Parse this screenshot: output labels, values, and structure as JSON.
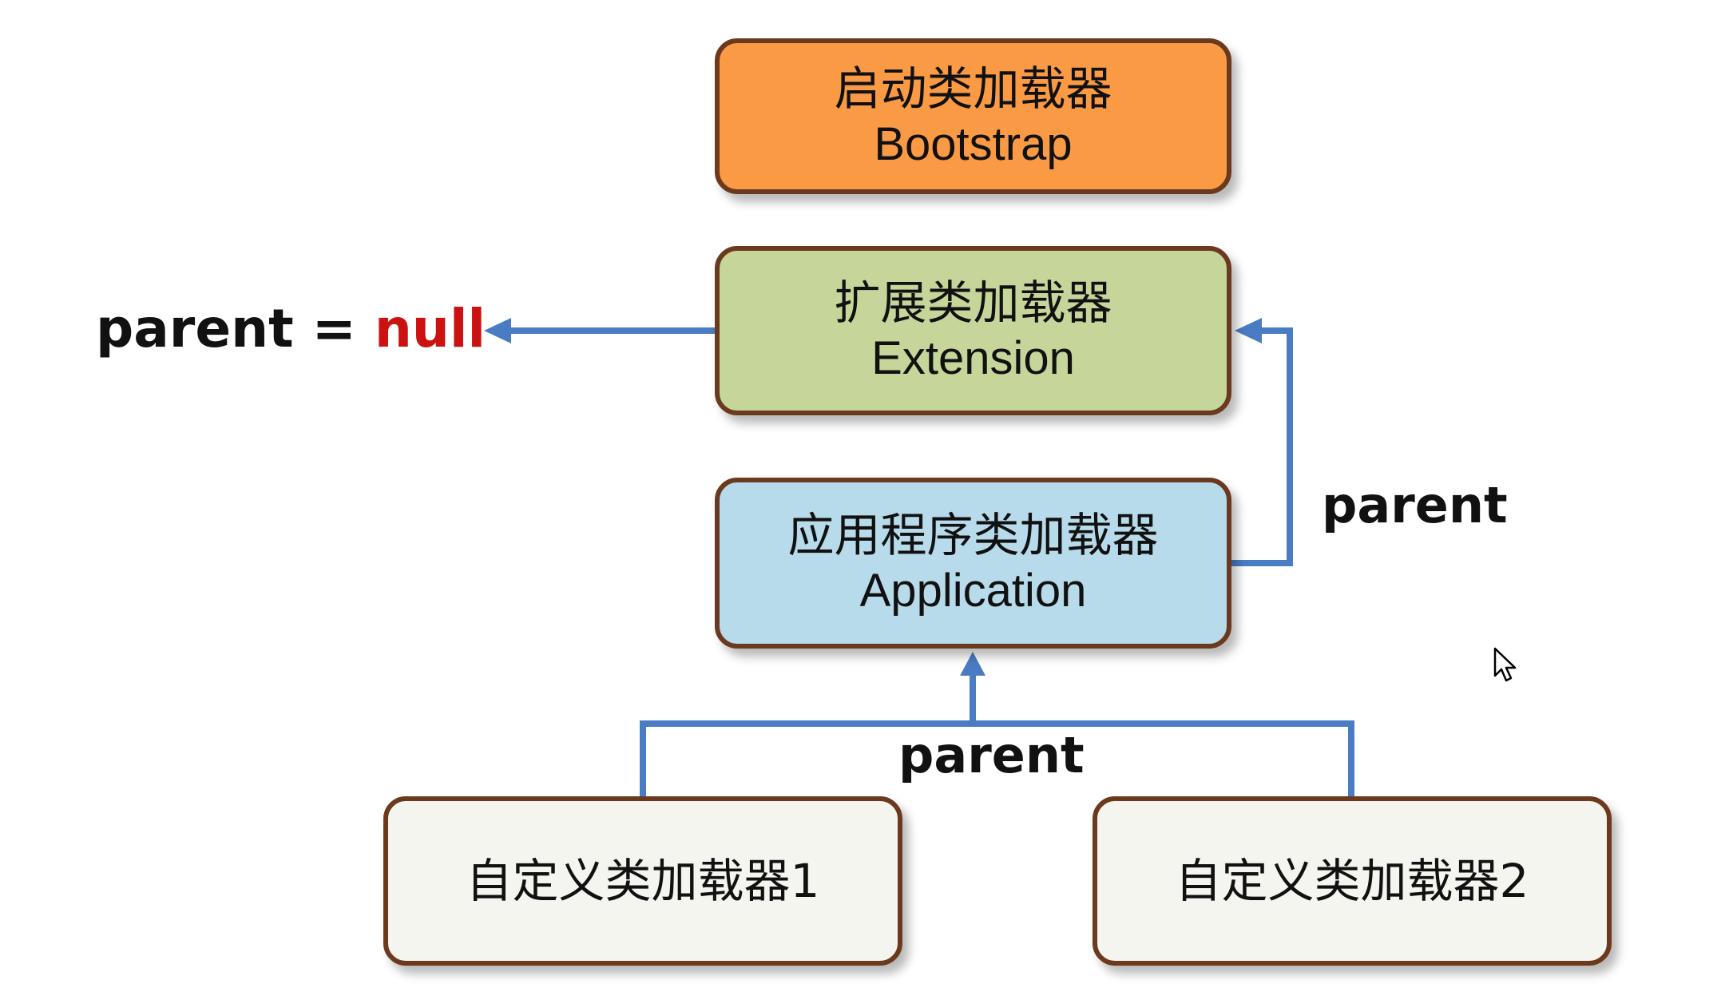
{
  "diagram": {
    "nodes": [
      {
        "id": "bootstrap",
        "cn": "启动类加载器",
        "en": "Bootstrap",
        "fill": "#fb9a45"
      },
      {
        "id": "extension",
        "cn": "扩展类加载器",
        "en": "Extension",
        "fill": "#c6d69a"
      },
      {
        "id": "application",
        "cn": "应用程序类加载器",
        "en": "Application",
        "fill": "#b7dbea"
      },
      {
        "id": "custom1",
        "cn": "自定义类加载器1",
        "fill": "#f5f5ef"
      },
      {
        "id": "custom2",
        "cn": "自定义类加载器2",
        "fill": "#f5f5ef"
      }
    ],
    "edges": [
      {
        "from": "extension",
        "to": "parent-null",
        "label": "parent = null"
      },
      {
        "from": "application",
        "to": "extension",
        "label": "parent"
      },
      {
        "from": "custom1",
        "to": "application",
        "label": "parent"
      },
      {
        "from": "custom2",
        "to": "application",
        "label": "parent"
      }
    ],
    "labels": {
      "parent_null_prefix": "parent = ",
      "parent_null_value": "null",
      "parent_right": "parent",
      "parent_bottom": "parent"
    },
    "colors": {
      "border": "#6b3a1e",
      "arrow": "#4a7cc4",
      "null_text": "#cc1111"
    }
  }
}
